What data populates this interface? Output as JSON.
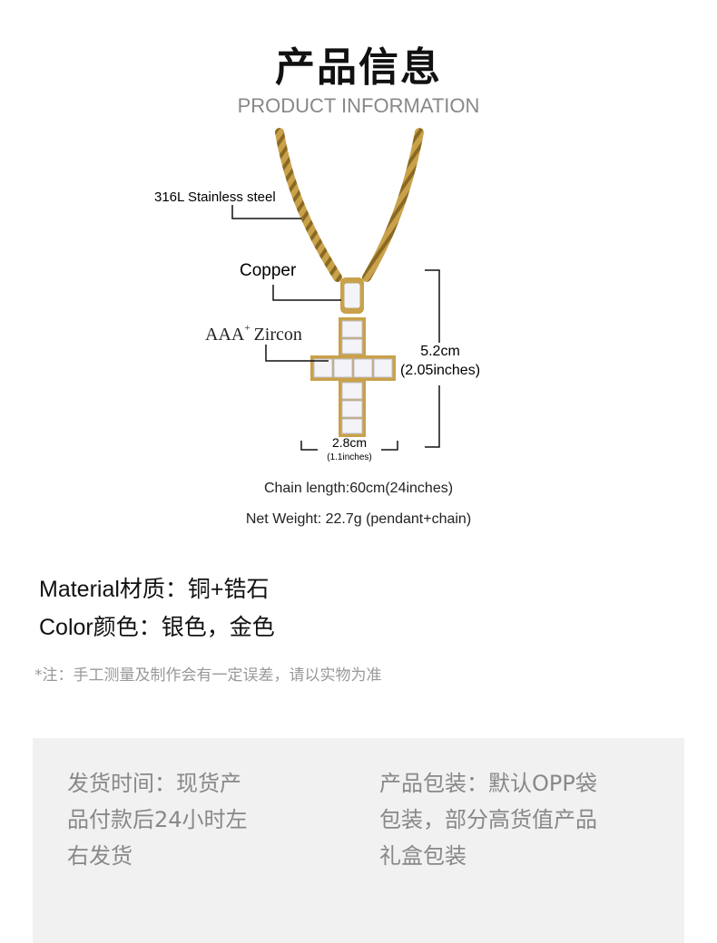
{
  "header": {
    "title": "产品信息",
    "subtitle": "PRODUCT INFORMATION"
  },
  "figure": {
    "label_steel": "316L Stainless steel",
    "label_copper": "Copper",
    "label_zircon_prefix": "AAA",
    "label_zircon_sup": "+",
    "label_zircon_suffix": "Zircon",
    "height_cm": "5.2cm",
    "height_in": "(2.05inches)",
    "width_cm": "2.8cm",
    "width_in": "(1.1inches)",
    "colors": {
      "gold": "#c9a14a",
      "gold_dark": "#8a6a22",
      "stone": "#f4f4f8"
    }
  },
  "specs": {
    "chain_length": "Chain length:60cm(24inches)",
    "net_weight": "Net Weight: 22.7g (pendant+chain)"
  },
  "attributes": {
    "material": "Material材质：铜+锆石",
    "color": "Color颜色：银色，金色"
  },
  "note": "*注：手工测量及制作会有一定误差，请以实物为准",
  "panel": {
    "shipping_line1": "发货时间：现货产",
    "shipping_line2": "品付款后24小时左",
    "shipping_line3": "右发货",
    "packaging_line1": "产品包装：默认OPP袋",
    "packaging_line2": "包装，部分高货值产品",
    "packaging_line3": "礼盒包装",
    "background": "#f1f1f1"
  }
}
